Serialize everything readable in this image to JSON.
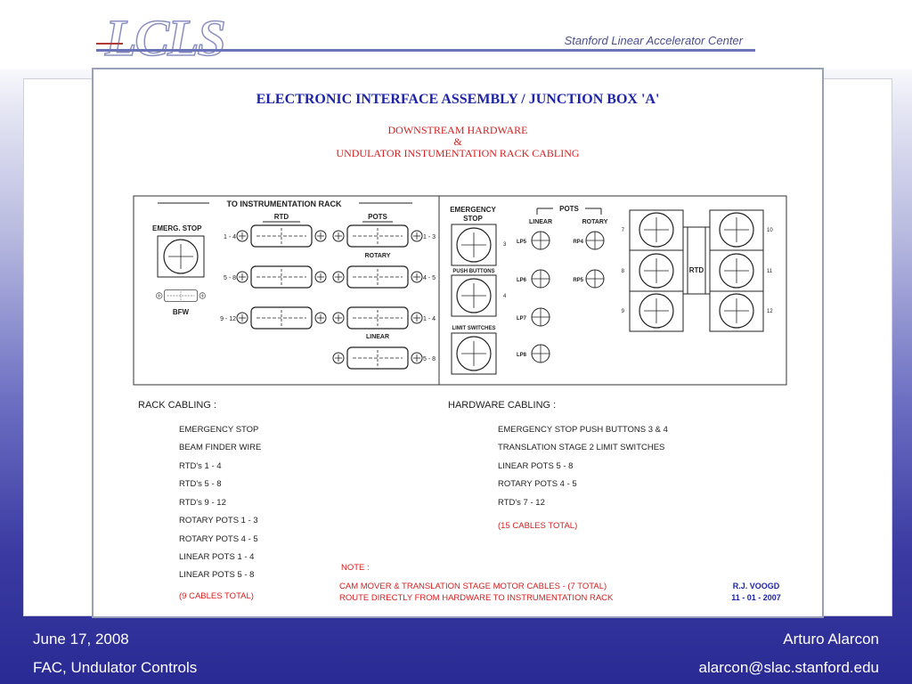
{
  "header": {
    "logo_text": "LCLS",
    "org": "Stanford Linear Accelerator Center"
  },
  "doc": {
    "title": "ELECTRONIC  INTERFACE  ASSEMBLY  /  JUNCTION  BOX 'A'",
    "sub1": "DOWNSTREAM  HARDWARE",
    "sub2": "&",
    "sub3": "UNDULATOR  INSTUMENTATION  RACK  CABLING",
    "to_rack": "TO  INSTRUMENTATION  RACK",
    "emerg_stop": "EMERG.  STOP",
    "bfw": "BFW",
    "rtd": "RTD",
    "pots": "POTS",
    "rotary": "ROTARY",
    "linear": "LINEAR",
    "rtd_rows": [
      "1 - 4",
      "5 - 8",
      "9 - 12"
    ],
    "pot_rows": [
      "1 - 3",
      "4 - 5",
      "1 - 4",
      "5 - 8"
    ],
    "emergency_l1": "EMERGENCY",
    "emergency_l2": "STOP",
    "push_buttons": "PUSH BUTTONS",
    "limit_switches": "LIMIT SWITCHES",
    "side_nums": [
      "3",
      "4"
    ],
    "lp_labels": [
      "LP5",
      "LP6",
      "LP7",
      "LP8"
    ],
    "rp_labels": [
      "RP4",
      "RP5"
    ],
    "rtd_left_nums": [
      "7",
      "8",
      "9"
    ],
    "rtd_right_nums": [
      "10",
      "11",
      "12"
    ],
    "rack_cabling_title": "RACK  CABLING :",
    "rack_cabling_items": [
      "EMERGENCY  STOP",
      "BEAM  FINDER   WIRE",
      "RTD's  1 - 4",
      "RTD's  5 - 8",
      "RTD's  9 - 12",
      "ROTARY  POTS   1 - 3",
      "ROTARY  POTS   4 - 5",
      "LINEAR   POTS   1 - 4",
      "LINEAR   POTS   5 - 8"
    ],
    "rack_total": "(9 CABLES TOTAL)",
    "hw_cabling_title": "HARDWARE  CABLING :",
    "hw_cabling_items": [
      "EMERGENCY  STOP  PUSH BUTTONS  3 & 4",
      "TRANSLATION  STAGE  2  LIMIT  SWITCHES",
      "LINEAR  POTS   5 - 8",
      "ROTARY  POTS   4 - 5",
      "RTD's  7 - 12"
    ],
    "hw_total": "(15 CABLES TOTAL)",
    "note_title": "NOTE :",
    "note_l1": "CAM MOVER  &  TRANSLATION STAGE  MOTOR  CABLES  -  (7 TOTAL)",
    "note_l2": "ROUTE  DIRECTLY FROM  HARDWARE  TO  INSTRUMENTATION  RACK",
    "author": "R.J. VOOGD",
    "date": "11 - 01 - 2007"
  },
  "footer": {
    "date": "June 17, 2008",
    "project": "FAC, Undulator Controls",
    "name": "Arturo Alarcon",
    "email": "alarcon@slac.stanford.edu"
  },
  "colors": {
    "title_blue": "#1d24a8",
    "red": "#d42020",
    "ink": "#222222"
  }
}
